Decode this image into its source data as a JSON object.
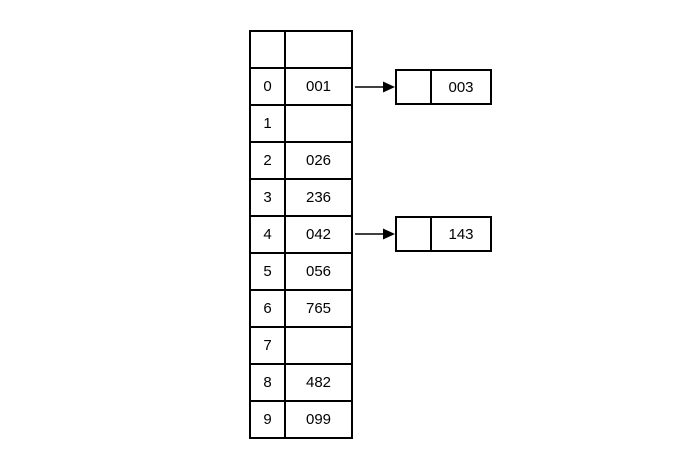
{
  "colors": {
    "background": "#ffffff",
    "line": "#000000",
    "text": "#000000"
  },
  "table": {
    "rows": [
      {
        "index": "",
        "value": ""
      },
      {
        "index": "0",
        "value": "001"
      },
      {
        "index": "1",
        "value": ""
      },
      {
        "index": "2",
        "value": "026"
      },
      {
        "index": "3",
        "value": "236"
      },
      {
        "index": "4",
        "value": "042"
      },
      {
        "index": "5",
        "value": "056"
      },
      {
        "index": "6",
        "value": "765"
      },
      {
        "index": "7",
        "value": ""
      },
      {
        "index": "8",
        "value": "482"
      },
      {
        "index": "9",
        "value": "099"
      }
    ]
  },
  "nodes": [
    {
      "pointer": "",
      "value": "003",
      "linked_from_index": "0"
    },
    {
      "pointer": "",
      "value": "143",
      "linked_from_index": "4"
    }
  ]
}
